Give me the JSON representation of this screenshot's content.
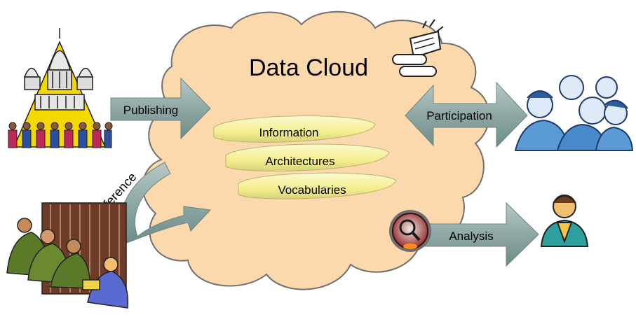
{
  "cloud": {
    "title": "Data Cloud",
    "color": "#FCD9AC",
    "stroke": "#6f6f6f"
  },
  "layers": [
    {
      "label": "Information"
    },
    {
      "label": "Architectures"
    },
    {
      "label": "Vocabularies"
    }
  ],
  "arrows": {
    "publishing": "Publishing",
    "participation": "Participation",
    "analysis": "Analysis",
    "reference": "Reference"
  },
  "colors": {
    "arrow": "#8FA9A6",
    "layer": "#F7F3A4",
    "capitol": "#F5D800"
  },
  "icons": [
    "capitol-building-icon",
    "scroll-documents-icon",
    "group-of-people-icon",
    "person-icon",
    "magnifier-button-icon",
    "library-readers-icon"
  ]
}
